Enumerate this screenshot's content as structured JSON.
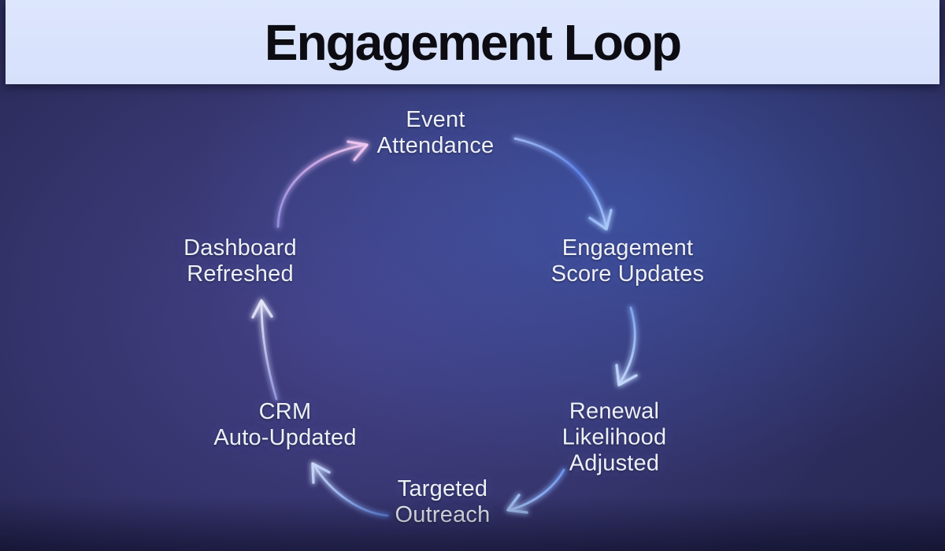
{
  "title": "Engagement Loop",
  "diagram": {
    "type": "cycle",
    "direction": "clockwise",
    "nodes": [
      {
        "id": "event-attendance",
        "label": "Event\nAttendance"
      },
      {
        "id": "engagement-score-updates",
        "label": "Engagement\nScore Updates"
      },
      {
        "id": "renewal-likelihood-adjusted",
        "label": "Renewal\nLikelihood\nAdjusted"
      },
      {
        "id": "targeted-outreach",
        "label": "Targeted\nOutreach"
      },
      {
        "id": "crm-auto-updated",
        "label": "CRM\nAuto-Updated"
      },
      {
        "id": "dashboard-refreshed",
        "label": "Dashboard\nRefreshed"
      }
    ],
    "edges": [
      {
        "from": "Event Attendance",
        "to": "Engagement Score Updates"
      },
      {
        "from": "Engagement Score Updates",
        "to": "Renewal Likelihood Adjusted"
      },
      {
        "from": "Renewal Likelihood Adjusted",
        "to": "Targeted Outreach"
      },
      {
        "from": "Targeted Outreach",
        "to": "CRM Auto-Updated"
      },
      {
        "from": "CRM Auto-Updated",
        "to": "Dashboard Refreshed"
      },
      {
        "from": "Dashboard Refreshed",
        "to": "Event Attendance"
      }
    ]
  },
  "colors": {
    "banner_bg": "#d9e3fb",
    "title_text": "#0c0c12",
    "label_text": "#eef0f8",
    "bg_center": "#36386f",
    "bg_corner_dark": "#121a38",
    "g_pink": [
      "#938ede",
      "#c9a6e4",
      "#eec6ee"
    ],
    "g_blue1": [
      "#9db4f0",
      "#5d83e8",
      "#a9c8f8"
    ],
    "g_blue2": [
      "#7fa3ee",
      "#c3d8fa"
    ],
    "g_blue3": [
      "#6f95ec",
      "#a9c6f6"
    ],
    "g_blue4": [
      "#5f85e2",
      "#c9d6f6"
    ],
    "g_lav": [
      "#8f93d8",
      "#e6e6f8"
    ]
  }
}
